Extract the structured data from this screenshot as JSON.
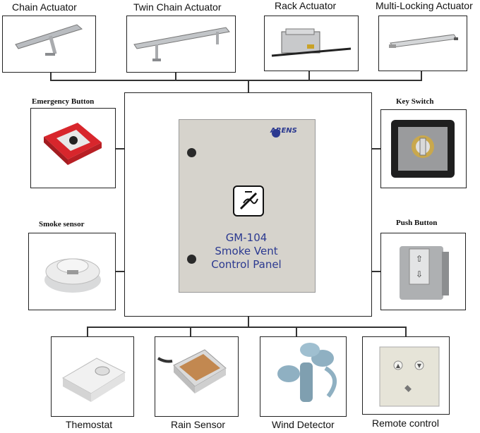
{
  "top_devices": [
    {
      "label": "Chain Actuator"
    },
    {
      "label": "Twin Chain Actuator"
    },
    {
      "label": "Rack Actuator"
    },
    {
      "label": "Multi-Locking Actuator"
    }
  ],
  "left_devices": [
    {
      "label": "Emergency Button"
    },
    {
      "label": "Smoke sensor"
    }
  ],
  "right_devices": [
    {
      "label": "Key Switch"
    },
    {
      "label": "Push Button"
    }
  ],
  "bottom_devices": [
    {
      "label": "Themostat"
    },
    {
      "label": "Rain Sensor"
    },
    {
      "label": "Wind Detector"
    },
    {
      "label": "Remote control"
    }
  ],
  "panel": {
    "brand": "ARENS",
    "title_line1": "GM-104",
    "title_line2": "Smoke Vent",
    "title_line3": "Control Panel"
  }
}
